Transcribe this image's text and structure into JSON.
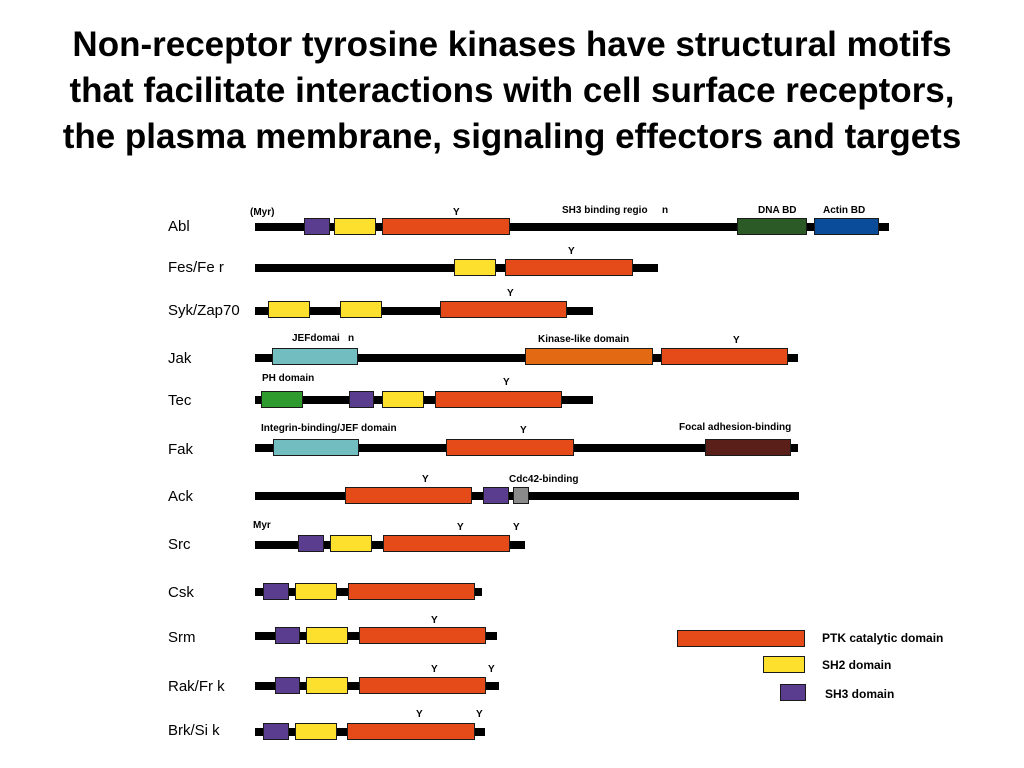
{
  "title_lines": [
    "Non-receptor tyrosine kinases have structural motifs",
    "that facilitate interactions with cell surface receptors,",
    "the plasma membrane, signaling effectors and targets"
  ],
  "rows": {
    "abl": "Abl",
    "fes": "Fes/Fe r",
    "syk": "Syk/Zap70",
    "jak": "Jak",
    "tec": "Tec",
    "fak": "Fak",
    "ack": "Ack",
    "src": "Src",
    "csk": "Csk",
    "srm": "Srm",
    "rak": "Rak/Fr k",
    "brk": "Brk/Si k"
  },
  "annotations": {
    "myr_paren": "(Myr)",
    "myr": "Myr",
    "y": "Y",
    "sh3_binding": "SH3 binding regio",
    "sh3_binding_n": "n",
    "dna_bd": "DNA BD",
    "actin_bd": "Actin BD",
    "jef_domain": "JEFdomai",
    "jef_domain_n": "n",
    "kinase_like": "Kinase-like domain",
    "ph_domain": "PH domain",
    "integrin": "Integrin-binding/JEF domain",
    "focal": "Focal adhesion-binding",
    "cdc42": "Cdc42-binding"
  },
  "legend": {
    "ptk": "PTK catalytic domain",
    "sh2": "SH2 domain",
    "sh3": "SH3 domain"
  },
  "colors": {
    "ptk": "#e54a19",
    "sh2": "#fde02e",
    "sh3": "#5a3d8e",
    "dna_bd": "#2c5a26",
    "actin_bd": "#0a4c9a",
    "jef": "#72bdc0",
    "kinase_like": "#e36a12",
    "ph": "#2f9a2d",
    "focal": "#5a1f18",
    "cdc42": "#8a8a8a"
  }
}
